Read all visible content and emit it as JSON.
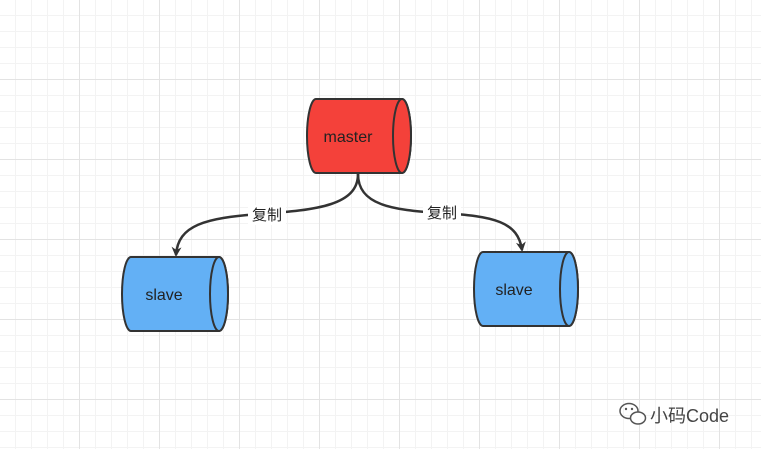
{
  "diagram": {
    "nodes": [
      {
        "id": "master",
        "label": "master",
        "fill": "#f4413a"
      },
      {
        "id": "slave-left",
        "label": "slave",
        "fill": "#63b0f5"
      },
      {
        "id": "slave-right",
        "label": "slave",
        "fill": "#63b0f5"
      }
    ],
    "edges": [
      {
        "from": "master",
        "to": "slave-left",
        "label": "复制"
      },
      {
        "from": "master",
        "to": "slave-right",
        "label": "复制"
      }
    ],
    "colors": {
      "stroke": "#333333",
      "arrow": "#333333"
    }
  },
  "watermark": {
    "text": "小码Code",
    "icon": "wechat-icon"
  }
}
